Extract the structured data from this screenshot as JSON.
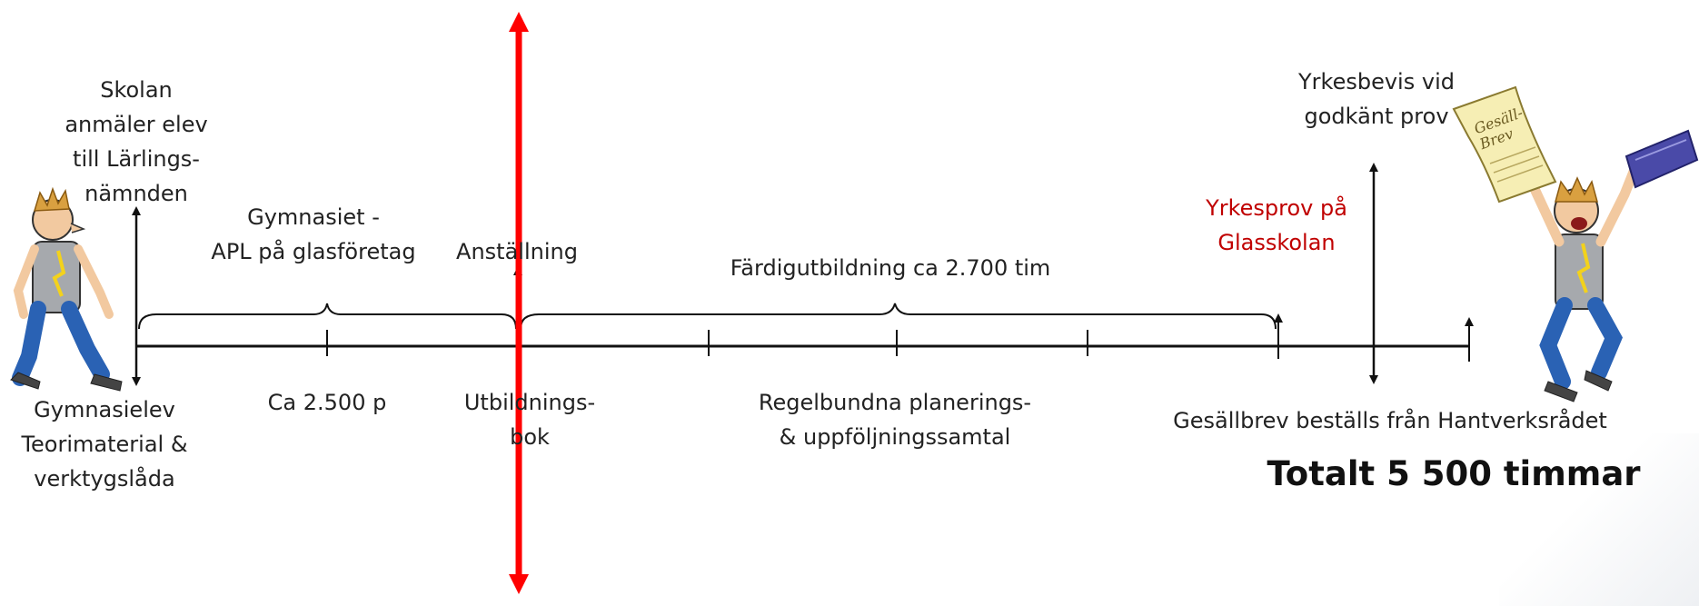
{
  "labels": {
    "skolan": "Skolan\nanmäler elev\ntill Lärlings-\nnämnden",
    "gymnasiet": "Gymnasiet -\nAPL på glasföretag",
    "anstallning": "Anställning",
    "fardig": "Färdigutbildning ca 2.700 tim",
    "yrkesprov": "Yrkesprov på\nGlasskolan",
    "yrkesbevis": "Yrkesbevis vid\ngodkänt prov",
    "gymnasielev": "Gymnasielev\nTeorimaterial &\nverktygslåda",
    "ca2500": "Ca 2.500 p",
    "utbildningsbok": "Utbildnings-\nbok",
    "regelbundna": "Regelbundna planerings-\n& uppföljningssamtal",
    "gesallbrev": "Gesällbrev beställs från Hantverksrådet",
    "totalt": "Totalt 5 500 timmar",
    "diploma_text": "Gesäll-\nBrev"
  },
  "colors": {
    "timeline": "#111111",
    "marker": "#ff0000",
    "accent_text": "#c00000"
  },
  "icons": [
    "walking-person-icon",
    "celebrating-person-icon",
    "certificate-icon"
  ]
}
